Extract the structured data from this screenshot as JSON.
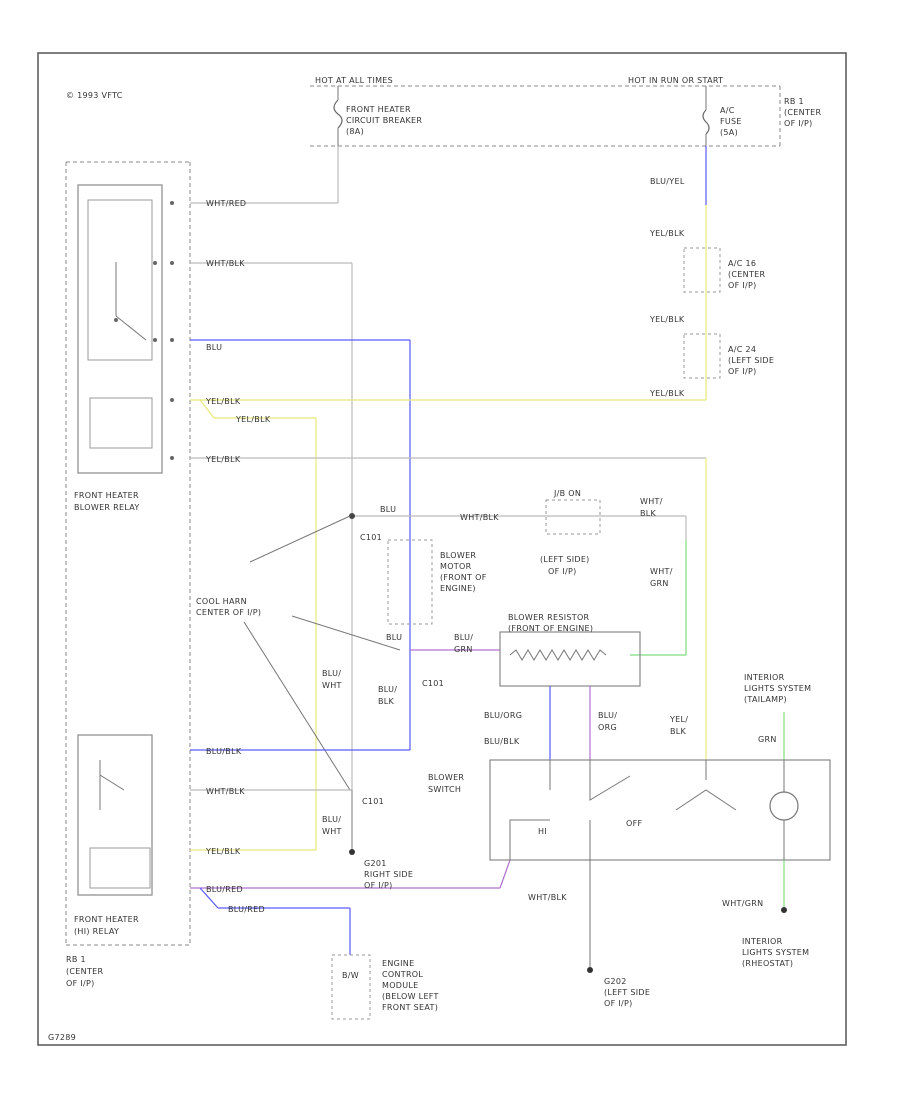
{
  "copyright": "© 1993 VFTC",
  "figure_id": "G7289",
  "colors": {
    "blue": "#5a5aff",
    "yellow": "#e8e87a",
    "violet": "#b070d0",
    "green": "#7fdc7f",
    "gray": "#888888"
  },
  "top": {
    "hot_at_all_times": "HOT AT ALL TIMES",
    "hot_in_run_or_start": "HOT IN RUN OR START",
    "front_heater_breaker": [
      "FRONT HEATER",
      "CIRCUIT BREAKER",
      "(8A)"
    ],
    "ac_fuse": [
      "A/C",
      "FUSE",
      "(5A)"
    ],
    "rb1_top": [
      "RB 1",
      "(CENTER",
      "OF I/P)"
    ]
  },
  "relay_top": {
    "wires": [
      "WHT/RED",
      "WHT/BLK",
      "BLU",
      "YEL/BLK",
      "YEL/BLK"
    ],
    "yel_blk_branch": "YEL/BLK",
    "name": [
      "FRONT HEATER",
      "BLOWER RELAY"
    ]
  },
  "right_top": {
    "blu_yel": "BLU/YEL",
    "yel_blk_1": "YEL/BLK",
    "ac16": [
      "A/C 16",
      "(CENTER",
      "OF I/P)"
    ],
    "yel_blk_2": "YEL/BLK",
    "ac24": [
      "A/C 24",
      "(LEFT SIDE",
      "OF I/P)"
    ],
    "yel_blk_3": "YEL/BLK"
  },
  "middle": {
    "blu": "BLU",
    "wht_blk": "WHT/BLK",
    "ac_c2": "C101",
    "jb_label": "J/B ON",
    "left_side": [
      "(LEFT SIDE)",
      "OF I/P)"
    ],
    "wht_blk_r": [
      "WHT/",
      "BLK"
    ],
    "wht_grn": [
      "WHT/",
      "GRN"
    ],
    "blower_motor": [
      "BLOWER",
      "MOTOR",
      "(FRONT OF",
      "ENGINE)"
    ],
    "cool_harn": [
      "COOL HARN",
      "CENTER OF I/P)"
    ],
    "blu_1": "BLU",
    "blu_grn": [
      "BLU/",
      "GRN"
    ],
    "blower_resistor": [
      "BLOWER RESISTOR",
      "(FRONT OF ENGINE)"
    ],
    "blu_wht": [
      "BLU/",
      "WHT"
    ],
    "blu_blk": [
      "BLU/",
      "BLK"
    ],
    "c101": "C101"
  },
  "lower": {
    "blu_org": "BLU/ORG",
    "blu_blk": "BLU/BLK",
    "blu_org_2": [
      "BLU/",
      "ORG"
    ],
    "yel_blk": [
      "YEL/",
      "BLK"
    ],
    "interior_top": [
      "INTERIOR",
      "LIGHTS SYSTEM",
      "(TAILAMP)"
    ],
    "grn": "GRN",
    "blower_switch": [
      "BLOWER",
      "SWITCH"
    ],
    "hi": "HI",
    "off": "OFF",
    "relay_bot_wires": [
      "BLU/BLK",
      "WHT/BLK",
      "YEL/BLK",
      "BLU/RED"
    ],
    "blu_red_2": "BLU/RED",
    "blu_wht": [
      "BLU/",
      "WHT"
    ],
    "c101": "C101",
    "g201": [
      "G201",
      "RIGHT SIDE",
      "OF I/P)"
    ],
    "wht_blk": "WHT/BLK",
    "wht_grn": "WHT/GRN",
    "interior_bot": [
      "INTERIOR",
      "LIGHTS SYSTEM",
      "(RHEOSTAT)"
    ],
    "relay_name": [
      "FRONT HEATER",
      "(HI) RELAY"
    ],
    "rb1_bot": [
      "RB 1",
      "(CENTER",
      "OF I/P)"
    ],
    "ecm": [
      "ENGINE",
      "CONTROL",
      "MODULE",
      "(BELOW LEFT",
      "FRONT SEAT)"
    ],
    "ecm_pin": "B/W",
    "g202": [
      "G202",
      "(LEFT SIDE",
      "OF I/P)"
    ]
  }
}
